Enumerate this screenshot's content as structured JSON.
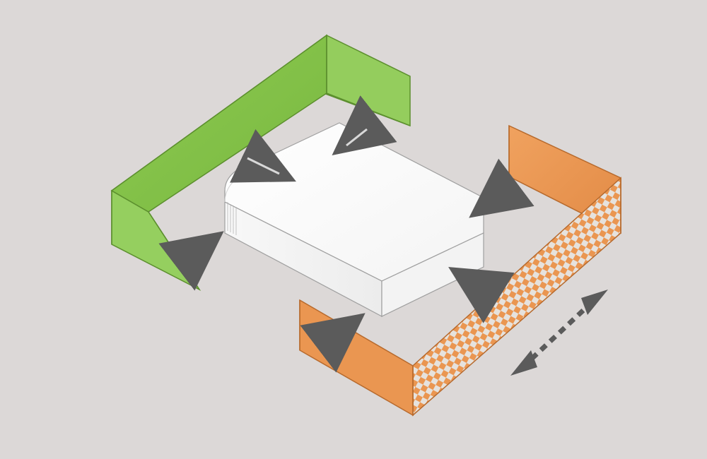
{
  "colors": {
    "background": "#dcd8d7",
    "green_panel": "#8cc64f",
    "green_panel_dark": "#79b83f",
    "orange_panel": "#ea9651",
    "orange_panel_dark": "#d8843f",
    "pattern_light": "#e6e2dd",
    "box_top": "#ffffff",
    "box_side": "#f1f1f1",
    "arrow_dark": "#5b5b5b",
    "arrow_light": "#d8d8d8"
  },
  "diagram": {
    "center_block": "white-block",
    "left_wrap": "green-u-panel",
    "right_wrap": "orange-u-panel",
    "right_wrap_pattern": "checker-weave",
    "inward_arrows": 6,
    "extension_arrow": "double-headed-dotted-arrow"
  }
}
